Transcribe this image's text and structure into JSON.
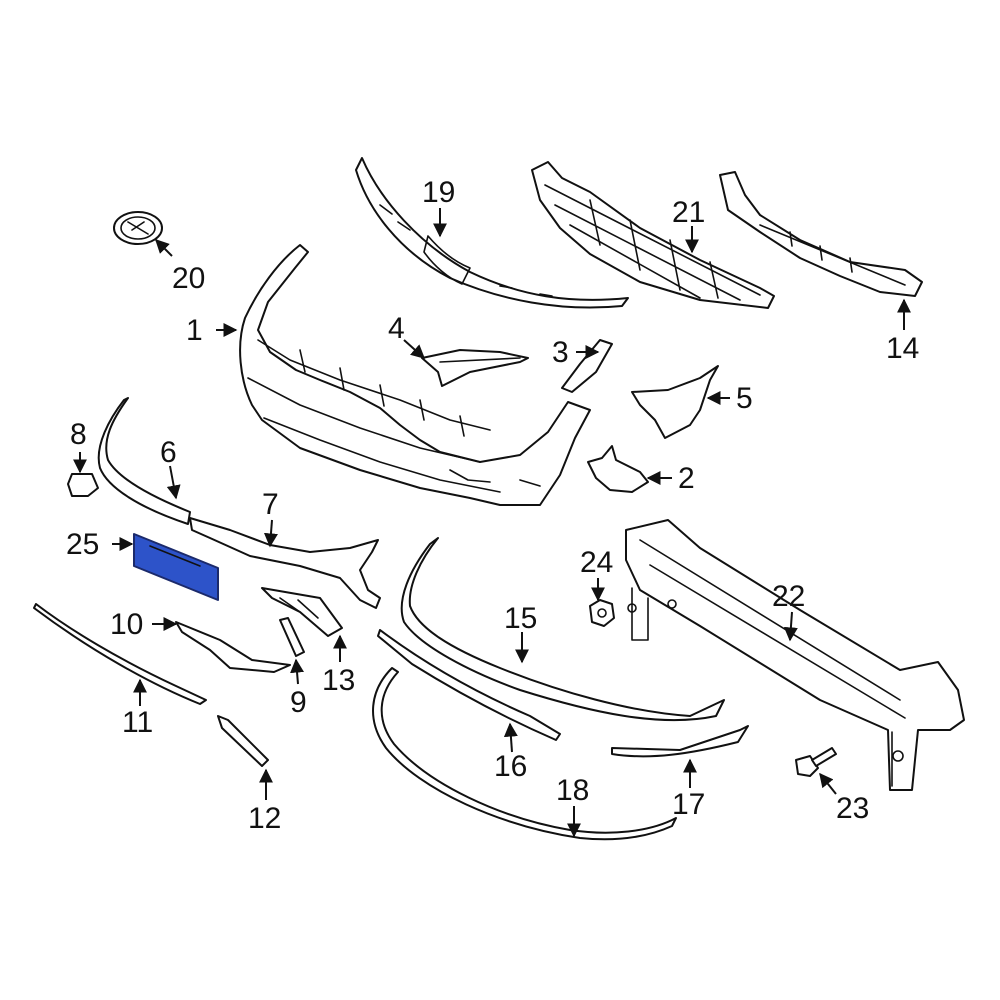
{
  "colors": {
    "highlight": "#2d53c9",
    "line": "#111111",
    "background": "#ffffff"
  },
  "callouts": [
    {
      "id": "1",
      "label": "1"
    },
    {
      "id": "2",
      "label": "2"
    },
    {
      "id": "3",
      "label": "3"
    },
    {
      "id": "4",
      "label": "4"
    },
    {
      "id": "5",
      "label": "5"
    },
    {
      "id": "6",
      "label": "6"
    },
    {
      "id": "7",
      "label": "7"
    },
    {
      "id": "8",
      "label": "8"
    },
    {
      "id": "9",
      "label": "9"
    },
    {
      "id": "10",
      "label": "10"
    },
    {
      "id": "11",
      "label": "11"
    },
    {
      "id": "12",
      "label": "12"
    },
    {
      "id": "13",
      "label": "13"
    },
    {
      "id": "14",
      "label": "14"
    },
    {
      "id": "15",
      "label": "15"
    },
    {
      "id": "16",
      "label": "16"
    },
    {
      "id": "17",
      "label": "17"
    },
    {
      "id": "18",
      "label": "18"
    },
    {
      "id": "19",
      "label": "19"
    },
    {
      "id": "20",
      "label": "20"
    },
    {
      "id": "21",
      "label": "21"
    },
    {
      "id": "22",
      "label": "22"
    },
    {
      "id": "23",
      "label": "23"
    },
    {
      "id": "24",
      "label": "24"
    },
    {
      "id": "25",
      "label": "25",
      "highlighted": true
    }
  ]
}
